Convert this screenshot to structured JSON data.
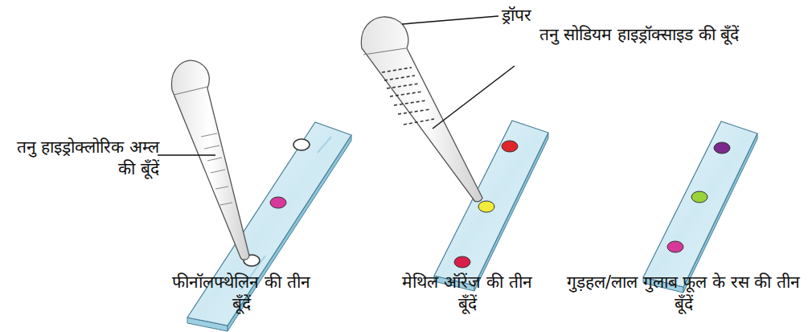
{
  "diagram": {
    "labels": [
      "ड्रॉपर",
      "तनु सोडियम हाइड्रॉक्साइड की बूँदें",
      "तनु हाइड्रोक्लोरिक अम्ल की बूँदें",
      "फीनॉलफ्थेलिन की तीन बूँदें",
      "मेथिल ऑरेंज की तीन बूँदें",
      "गुड़हल/लाल गुलाब फूल के रस की तीन बूँदें"
    ]
  }
}
